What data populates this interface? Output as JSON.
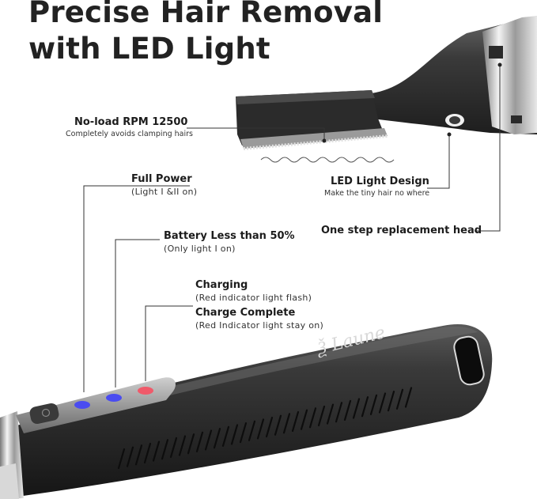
{
  "headline": {
    "line1": "Precise Hair Removal",
    "line2": "with LED Light"
  },
  "callouts": {
    "rpm": {
      "title": "No-load RPM 12500",
      "sub": "Completely avoids clamping hairs"
    },
    "led": {
      "title": "LED Light Design",
      "sub": "Make the tiny hair no where"
    },
    "head": {
      "title": "One step replacement head"
    },
    "full_power": {
      "title": "Full Power",
      "sub": "(Light  I &II  on)"
    },
    "battery": {
      "title": "Battery Less than 50%",
      "sub": "(Only light  I  on)"
    },
    "charging": {
      "title": "Charging",
      "sub": "(Red indicator light flash)"
    },
    "complete": {
      "title": "Charge Complete",
      "sub": "(Red Indicator light stay on)"
    }
  },
  "indicators": {
    "light1_color": "#4a4cf0",
    "light2_color": "#4a4cf0",
    "charge_color": "#f05a6a"
  }
}
